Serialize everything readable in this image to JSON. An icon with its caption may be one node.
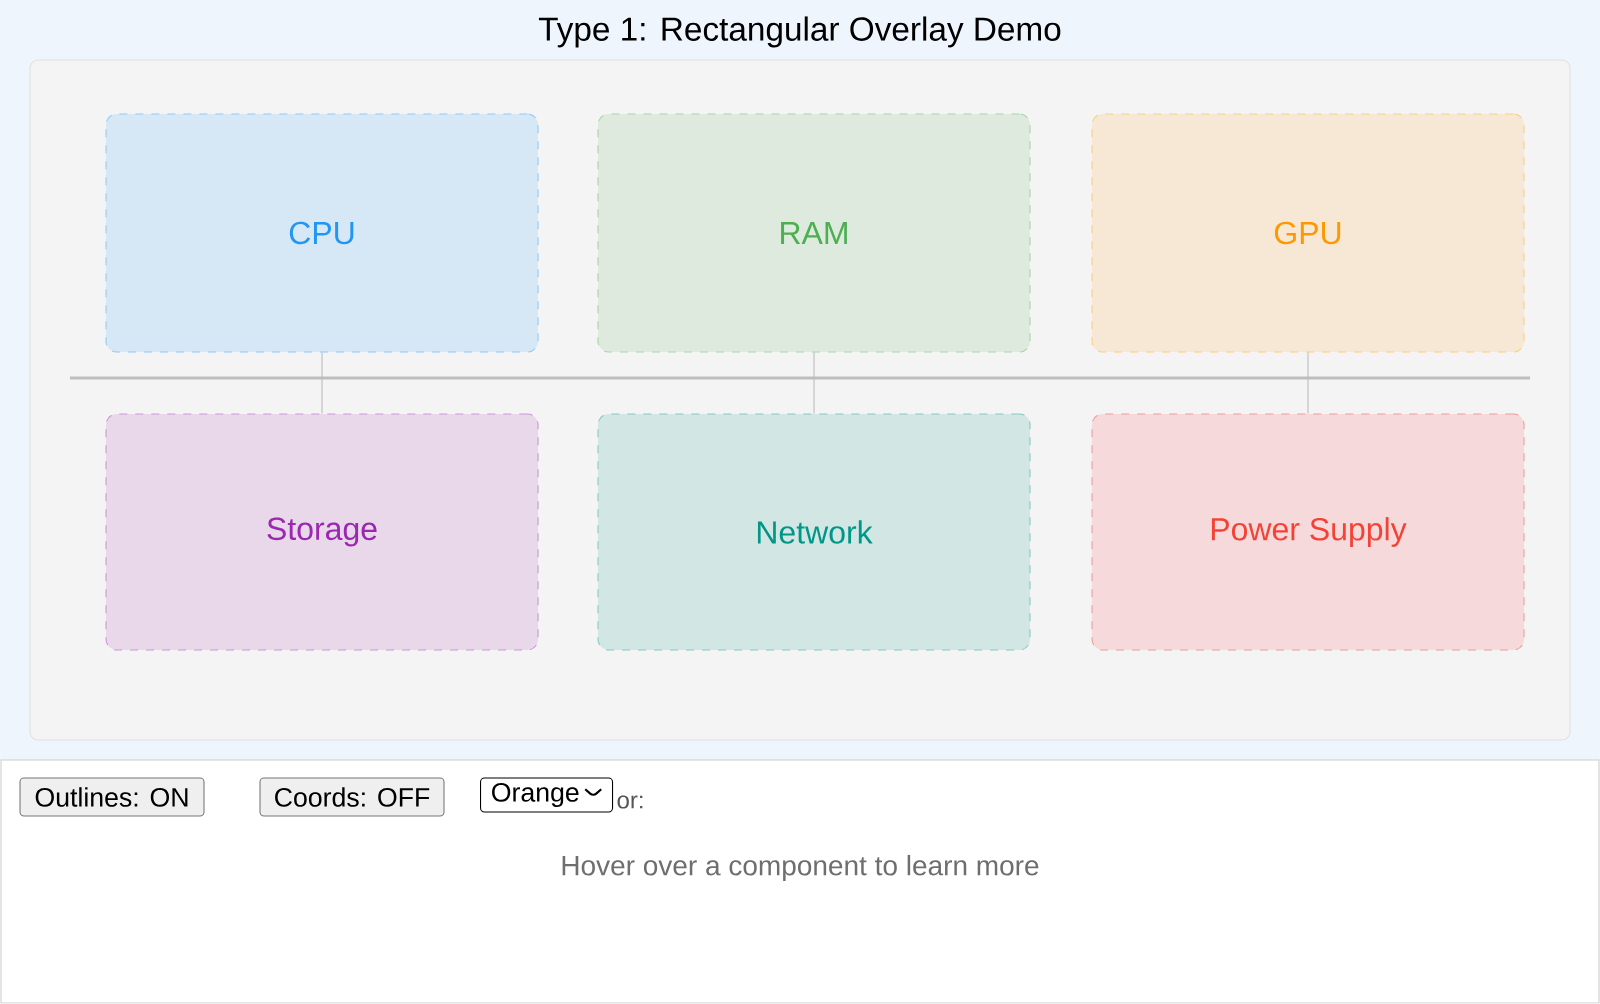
{
  "diagram": {
    "title": "Type 1: Rectangular Overlay Demo",
    "nodes": [
      {
        "text": [
          "CPU"
        ]
      },
      {
        "text": [
          "RAM"
        ]
      },
      {
        "text": [
          "GPU"
        ]
      },
      {
        "text": [
          "Storage"
        ]
      },
      {
        "text": [
          "Network"
        ]
      },
      {
        "text": [
          "Power Supply"
        ]
      }
    ],
    "edges": [
      {
        "from": 0,
        "to": 3,
        "arrow": "none"
      },
      {
        "from": 1,
        "to": 4,
        "arrow": "none"
      },
      {
        "from": 2,
        "to": 5,
        "arrow": "none"
      }
    ],
    "labels": [
      "Outlines: ON",
      "Coords: OFF",
      "Orange",
      "or:",
      "Hover over a component to learn more"
    ]
  }
}
